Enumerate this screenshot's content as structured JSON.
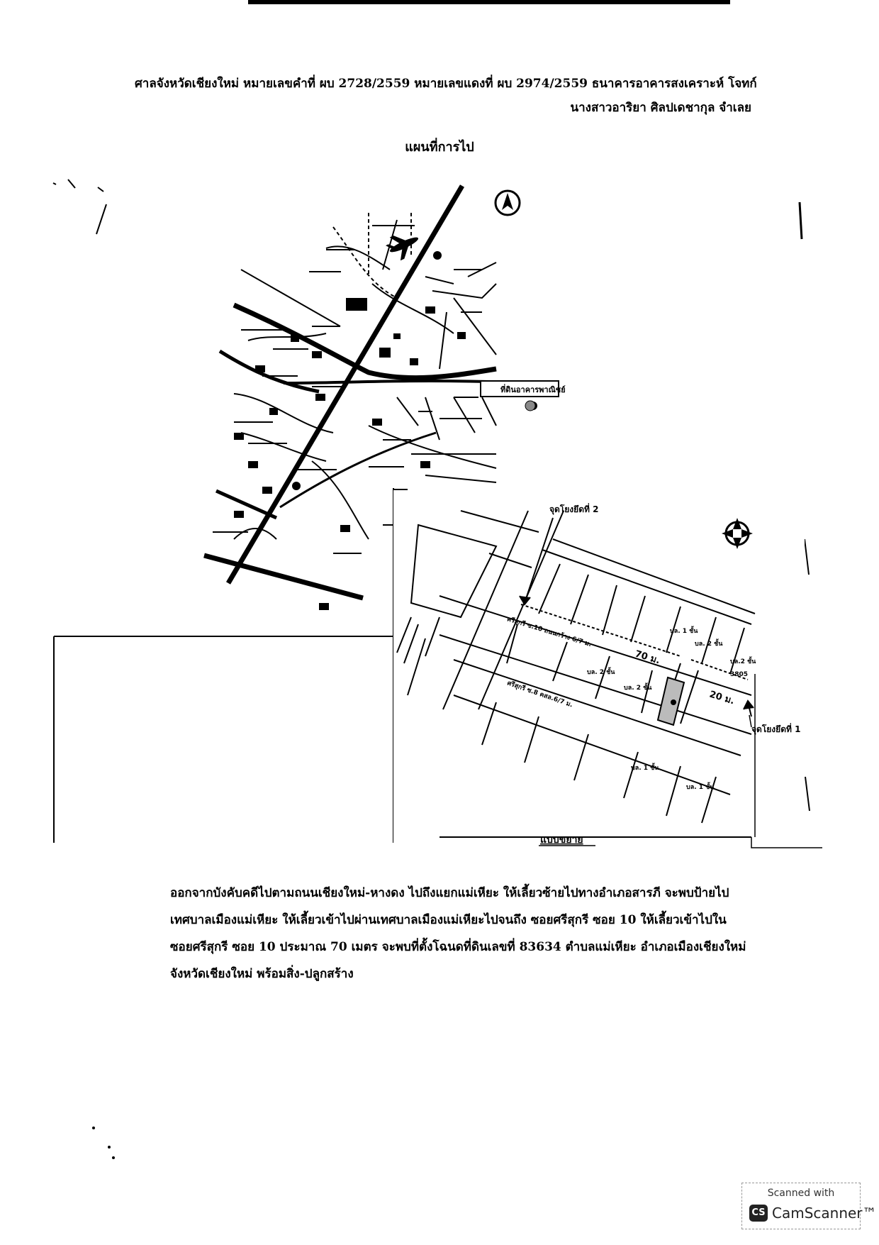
{
  "header": {
    "line1": "ศาลจังหวัดเชียงใหม่ หมายเลขคำที่ ผบ 2728/2559  หมายเลขแดงที่ ผบ 2974/2559 ธนาคารอาคารสงเคราะห์  โจทก์",
    "line2": "นางสาวอาริยา ศิลปเดชากุล   จำเลย"
  },
  "map": {
    "title": "แผนที่การไป",
    "inset": {
      "junction2": "จุดโยงยึดที่ 2",
      "junction1": "จุดโยงยึดที่ 1",
      "soi10": "ศรีสุกรี ซ.10 ถนนกว้าง 6/7 ม.",
      "soi8": "ศรีสุกรี ซ.8 คสล.6/7 ม.",
      "dist70": "70 ม.",
      "dist20": "20 ม.",
      "bldg_1a": "บล. 1 ชั้น",
      "bldg_2a": "บล. 2 ชั้น",
      "bldg_2b": "บล.2 ชั้น",
      "bldg_2c": "บล. 2 ชั้น",
      "bldg_2d": "บล. 2 ชั้น",
      "bldg_1b": "บล. 1 ชั้น",
      "bldg_1c": "บล. 1 ชั้น",
      "num3805": "3805",
      "caption": "แบบขยาย",
      "site_label": "ที่ดินอาคารพาณิชย์"
    },
    "compass": "N"
  },
  "body": {
    "line1": "ออกจากบังคับคดีไปตามถนนเชียงใหม่-หางดง ไปถึงแยกแม่เหียะ ให้เลี้ยวซ้ายไปทางอำเภอสารภี จะพบป้ายไป",
    "line2": "เทศบาลเมืองแม่เหียะ ให้เลี้ยวเข้าไปผ่านเทศบาลเมืองแม่เหียะไปจนถึง ซอยศรีสุกรี ซอย 10  ให้เลี้ยวเข้าไปใน",
    "line3": "ซอยศรีสุกรี ซอย 10 ประมาณ 70 เมตร จะพบที่ตั้งโฉนดที่ดินเลขที่ 83634  ตำบลแม่เหียะ  อำเภอเมืองเชียงใหม่",
    "line4": " จังหวัดเชียงใหม่ พร้อมสิ่ง-ปลูกสร้าง"
  },
  "scanner": {
    "line1": "Scanned with",
    "logo": "CS",
    "brand": "CamScanner™"
  },
  "icons": [
    "airplane-icon",
    "compass-icon"
  ]
}
